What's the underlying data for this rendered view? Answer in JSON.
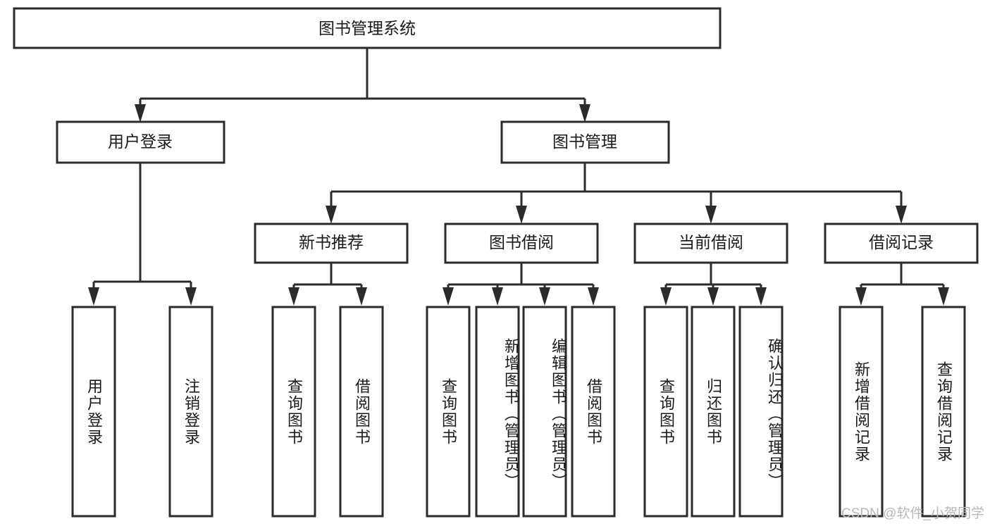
{
  "diagram": {
    "title": "图书管理系统",
    "watermark": "CSDN @软件_小贺同学",
    "stroke_color": "#2b2b2b",
    "fill_color": "#ffffff",
    "text_color": "#1a1a1a",
    "background_color": "#ffffff",
    "root": {
      "label": "图书管理系统"
    },
    "level2": [
      {
        "label": "用户登录"
      },
      {
        "label": "图书管理"
      }
    ],
    "level3": [
      {
        "label": "新书推荐"
      },
      {
        "label": "图书借阅"
      },
      {
        "label": "当前借阅"
      },
      {
        "label": "借阅记录"
      }
    ],
    "leaves": {
      "user_login": [
        {
          "label": "用户登录"
        },
        {
          "label": "注销登录"
        }
      ],
      "new_book_recommend": [
        {
          "label": "查询图书"
        },
        {
          "label": "借阅图书"
        }
      ],
      "book_borrow": [
        {
          "label": "查询图书"
        },
        {
          "label": "新增图书（管理员）"
        },
        {
          "label": "编辑图书（管理员）"
        },
        {
          "label": "借阅图书"
        }
      ],
      "current_borrow": [
        {
          "label": "查询图书"
        },
        {
          "label": "归还图书"
        },
        {
          "label": "确认归还（管理员）"
        }
      ],
      "borrow_record": [
        {
          "label": "新增借阅记录"
        },
        {
          "label": "查询借阅记录"
        }
      ]
    }
  }
}
